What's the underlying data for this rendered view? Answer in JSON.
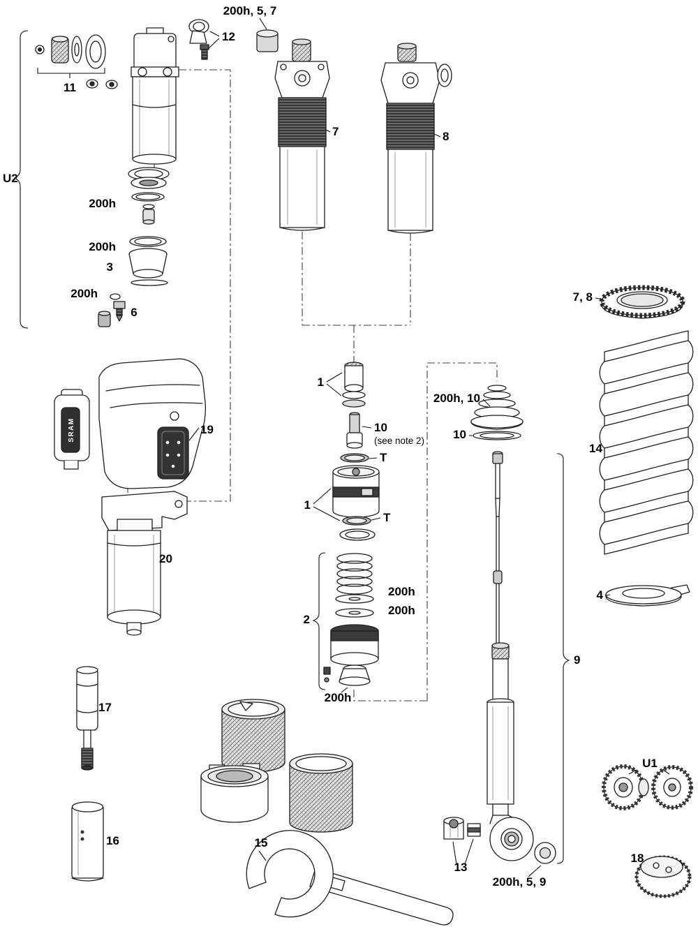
{
  "page": {
    "background": "#ffffff",
    "line_color": "#1c1c1c"
  },
  "callouts": {
    "kit_200h_5_7": "200h, 5, 7",
    "part_12": "12",
    "part_11": "11",
    "group_u2": "U2",
    "seal_200h_a": "200h",
    "seal_200h_b": "200h",
    "part_3": "3",
    "seal_200h_c": "200h",
    "part_6": "6",
    "part_7": "7",
    "part_8": "8",
    "part_7_8": "7, 8",
    "part_1_upper": "1",
    "kit_200h_10": "200h, 10",
    "part_10_center": "10",
    "note_2": "(see note 2)",
    "part_10_right": "10",
    "t_upper": "T",
    "part_14": "14",
    "part_1_lower": "1",
    "t_lower": "T",
    "part_4": "4",
    "seal_200h_d": "200h",
    "seal_200h_e": "200h",
    "group_2": "2",
    "group_9": "9",
    "part_19": "19",
    "part_20": "20",
    "seal_200h_f": "200h",
    "part_17": "17",
    "part_16": "16",
    "part_15": "15",
    "part_13": "13",
    "kit_200h_5_9": "200h, 5, 9",
    "group_u1": "U1",
    "part_18": "18"
  },
  "battery": {
    "brand": "SRAM"
  }
}
